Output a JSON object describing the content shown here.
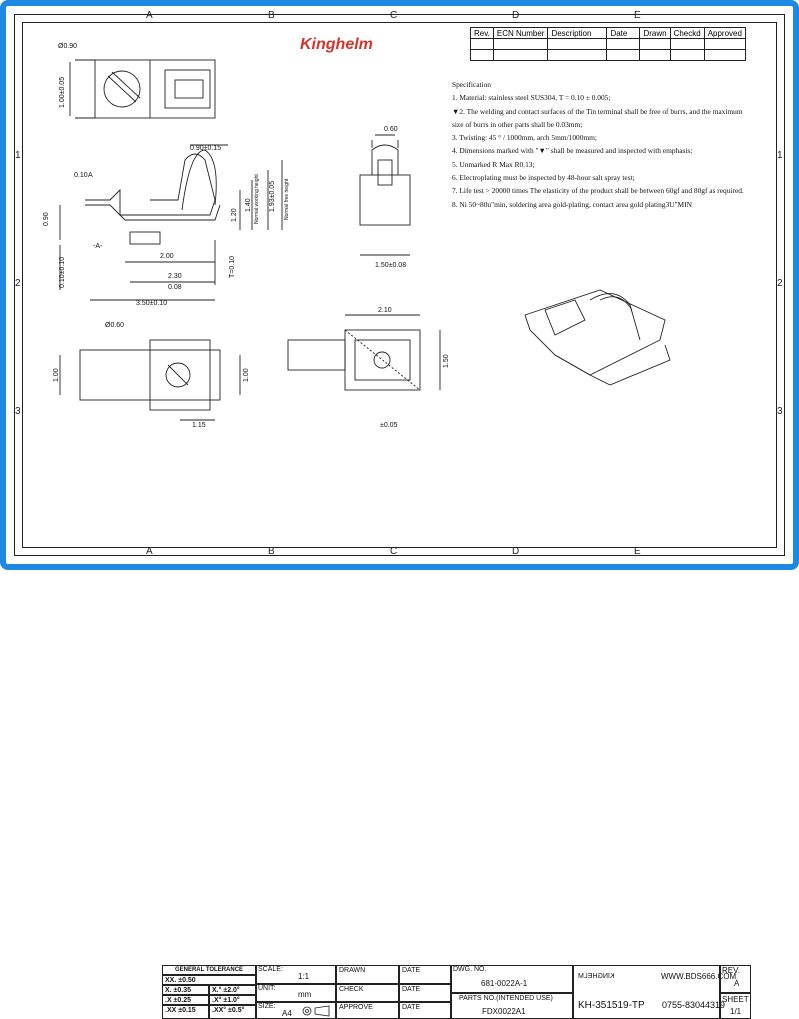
{
  "zones": {
    "cols": [
      "A",
      "B",
      "C",
      "D",
      "E"
    ],
    "rows": [
      "1",
      "2",
      "3"
    ]
  },
  "logo": "Kinghelm",
  "revision_table": {
    "headers": [
      "Rev.",
      "ECN Number",
      "Description",
      "Date",
      "Drawn",
      "Checkd",
      "Approved"
    ]
  },
  "specification": {
    "title": "Specification",
    "items": [
      "1. Material: stainless steel SUS304, T = 0.10 ± 0.005;",
      "▼2. The welding and contact surfaces of the Tin terminal shall be free of burrs, and the maximum",
      "size of burrs in other parts shall be 0.03mm;",
      "3. Twisting: 45 ° / 1000mm, arch 5mm/1000mm;",
      "4. Dimensions marked with \"▼\" shall be measured and inspected with emphasis;",
      "5. Unmarked R Max R0.13;",
      "6. Electroplating must be inspected by 48-hour salt spray test;",
      "7. Life test > 20000 times The elasticity of the product shall be between 60gf and 80gf as required.",
      "8. Ni 50~80u\"min, soldering area gold-plating, contact area gold plating3U\"MIN"
    ]
  },
  "dimensions": {
    "d090_top": "Ø0.90",
    "d105": "1.00±0.05",
    "d060_top": "0.60",
    "d090_015": "0.90±0.15",
    "flat_box": "0.10",
    "datum_a": "A",
    "datum_label": "-A-",
    "d090_left": "0.90",
    "d120": "1.20",
    "d140": "1.40",
    "d193": "1.93±0.05",
    "d200": "2.00",
    "d230": "2.30",
    "d350": "3.50±0.10",
    "flatness": "0.08",
    "t010": "T=0.10",
    "d010_left": "0.10±0.10",
    "d150_008": "1.50±0.08",
    "d210": "2.10",
    "d150_side": "1.50",
    "d060_bottom": "Ø0.60",
    "d100_left": "1.00",
    "d100_right": "1.00",
    "d115": "1.15",
    "d005": "±0.05",
    "h_working": "Normal working height",
    "h_free": "Normal free height"
  },
  "title_block": {
    "general_tolerance": "GENERAL TOLERANCE",
    "tol_rows": [
      [
        "XX. ±0.50",
        ""
      ],
      [
        "X. ±0.35",
        "X.° ±2.0°"
      ],
      [
        ".X ±0.25",
        ".X° ±1.0°"
      ],
      [
        ".XX ±0.15",
        ".XX° ±0.5°"
      ]
    ],
    "scale_label": "SCALE:",
    "scale_value": "1:1",
    "unit_label": "UNIT:",
    "unit_value": "mm",
    "size_label": "SIZE:",
    "size_value": "A4",
    "drawn": "DRAWN",
    "check": "CHECK",
    "approve": "APPROVE",
    "date": "DATE",
    "dwg_no_label": "DWG. NO.",
    "dwg_no": "681-0022A-1",
    "parts_no_label": "PARTS NO.(INTENDED USE)",
    "parts_no": "FDX0022A1",
    "brand_mirror": "KINGHELM",
    "website": "WWW.BDS666.COM",
    "part_number": "KH-351519-TP",
    "phone": "0755-83044319",
    "rev_label": "REV.",
    "rev_value": "A",
    "sheet_label": "SHEET",
    "sheet_value": "1/1"
  }
}
